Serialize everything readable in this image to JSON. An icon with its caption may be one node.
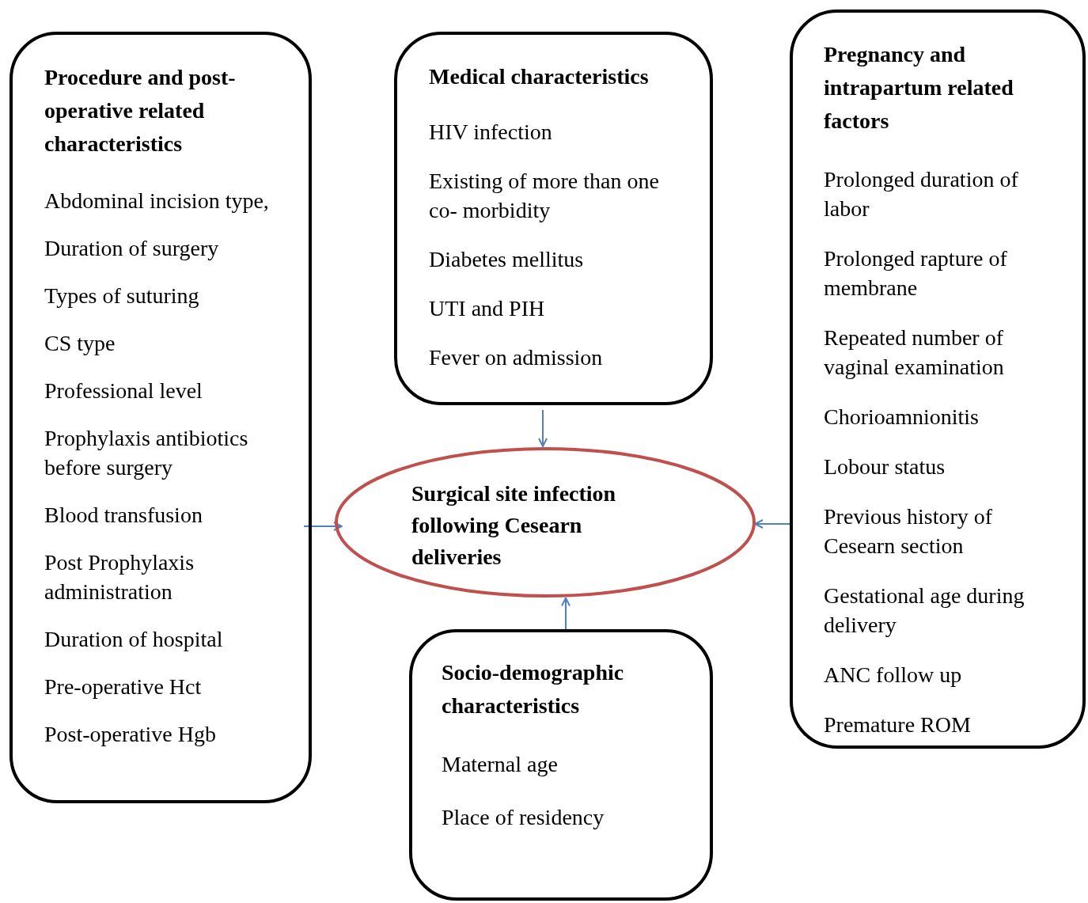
{
  "diagram": {
    "nodes": [
      {
        "text": [
          "Procedure and post-operative related characteristics",
          "Abdominal incision type,",
          "Duration of surgery",
          "Types of suturing",
          "CS type",
          "Professional level",
          "Prophylaxis antibiotics before surgery",
          "Blood transfusion",
          "Post Prophylaxis administration",
          "Duration of hospital",
          "Pre-operative Hct",
          "Post-operative Hgb"
        ]
      },
      {
        "text": [
          "Medical characteristics",
          "HIV infection",
          "Existing of more than one co- morbidity",
          "Diabetes mellitus",
          "UTI and PIH",
          "Fever on admission"
        ]
      },
      {
        "text": [
          "Pregnancy and intrapartum related factors",
          "Prolonged duration of labor",
          "Prolonged rapture of membrane",
          "Repeated number of vaginal examination",
          "Chorioamnionitis",
          "Lobour status",
          "Previous history of Cesearn section",
          "Gestational age during delivery",
          "ANC follow up",
          "Premature ROM"
        ]
      },
      {
        "text": [
          "Surgical site infection following Cesearn deliveries"
        ]
      },
      {
        "text": [
          "Socio-demographic characteristics",
          "Maternal age",
          "Place of residency"
        ]
      }
    ],
    "edges": [
      {
        "from": 1,
        "to": 3,
        "arrow": "to"
      },
      {
        "from": 0,
        "to": 3,
        "arrow": "to"
      },
      {
        "from": 2,
        "to": 3,
        "arrow": "to"
      },
      {
        "from": 4,
        "to": 3,
        "arrow": "to"
      }
    ]
  }
}
